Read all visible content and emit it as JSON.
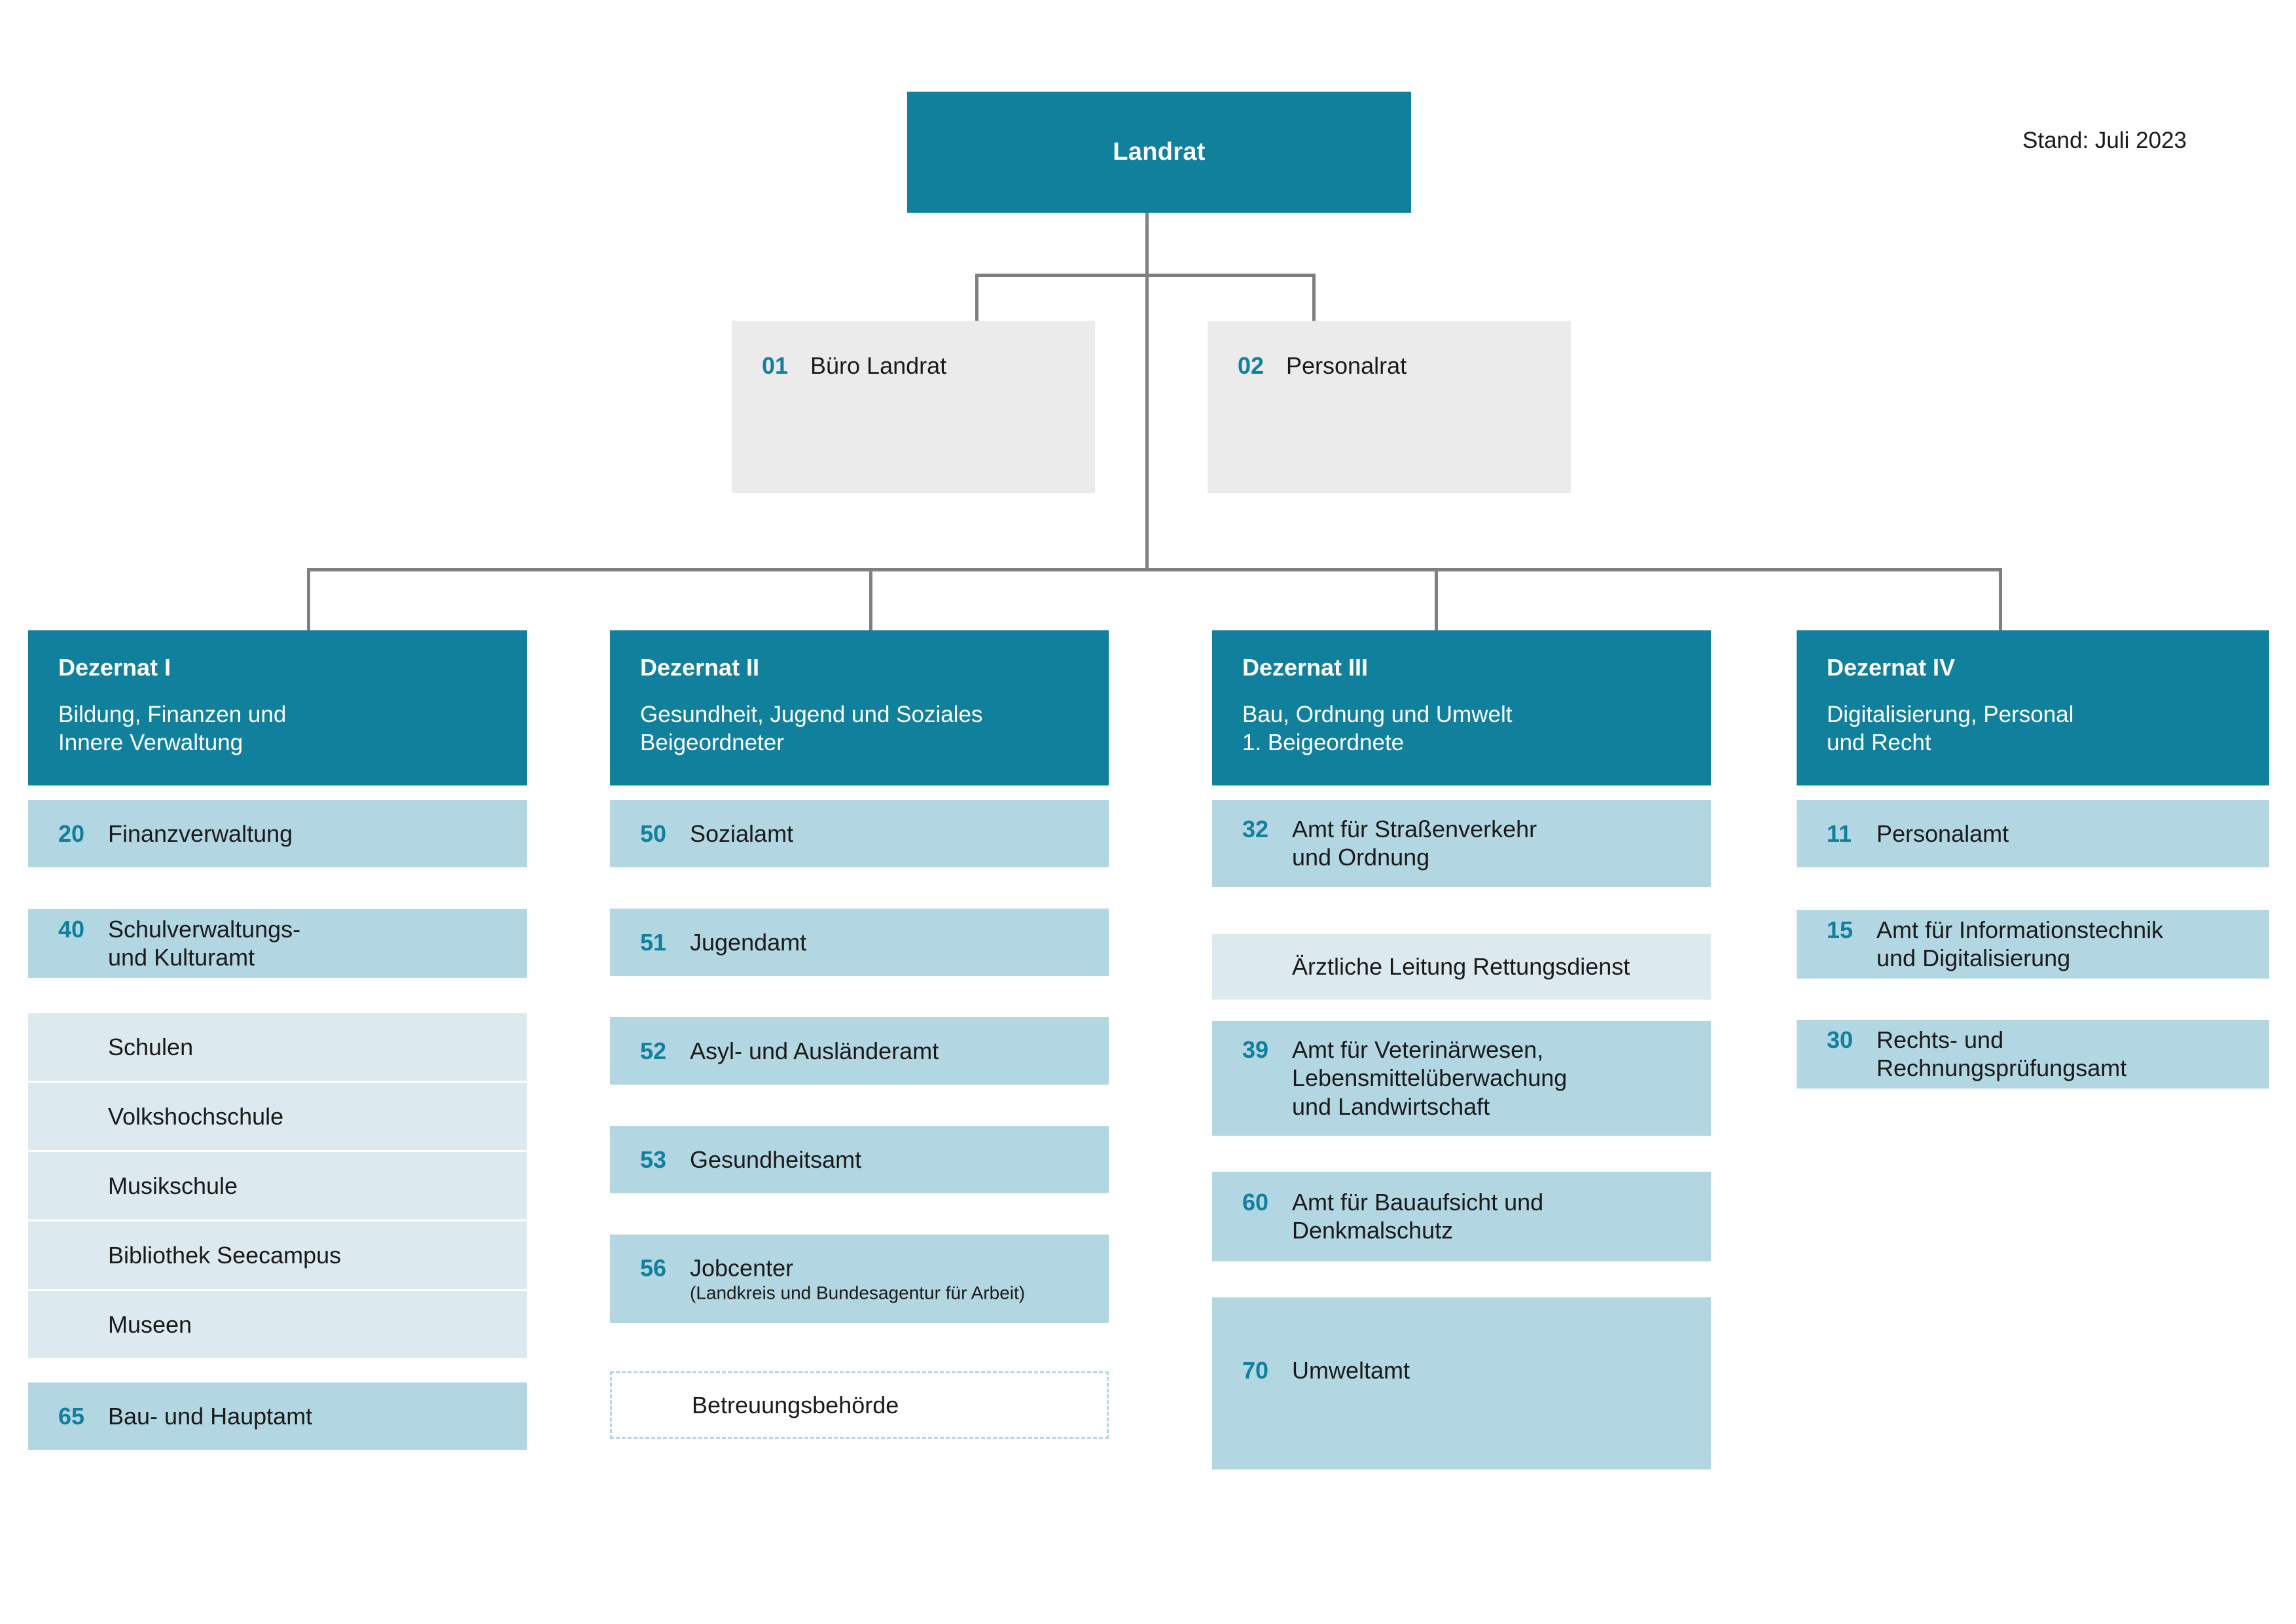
{
  "meta": {
    "stand_label": "Stand: Juli 2023",
    "colors": {
      "teal": "#10809d",
      "light_blue": "#b2d6e2",
      "paler_blue": "#dceaf0",
      "grey": "#ebebeb",
      "line": "#808080"
    }
  },
  "root": {
    "title": "Landrat"
  },
  "staff_units": [
    {
      "number": "01",
      "label": "Büro Landrat"
    },
    {
      "number": "02",
      "label": "Personalrat"
    }
  ],
  "departments": [
    {
      "title": "Dezernat I",
      "subtitle_lines": [
        "Bildung, Finanzen und",
        "Innere Verwaltung"
      ],
      "items": [
        {
          "number": "20",
          "text": "Finanzverwaltung",
          "style": "primary"
        },
        {
          "number": "40",
          "text": "Schulverwaltungs-\nund Kulturamt",
          "style": "primary"
        },
        {
          "number": "",
          "text": "Schulen",
          "style": "sub"
        },
        {
          "number": "",
          "text": "Volkshochschule",
          "style": "sub"
        },
        {
          "number": "",
          "text": "Musikschule",
          "style": "sub"
        },
        {
          "number": "",
          "text": "Bibliothek Seecampus",
          "style": "sub"
        },
        {
          "number": "",
          "text": "Museen",
          "style": "sub"
        },
        {
          "number": "65",
          "text": "Bau- und Hauptamt",
          "style": "primary"
        }
      ]
    },
    {
      "title": "Dezernat II",
      "subtitle_lines": [
        "Gesundheit, Jugend und Soziales",
        "Beigeordneter"
      ],
      "items": [
        {
          "number": "50",
          "text": "Sozialamt",
          "style": "primary"
        },
        {
          "number": "51",
          "text": "Jugendamt",
          "style": "primary"
        },
        {
          "number": "52",
          "text": "Asyl- und Ausländeramt",
          "style": "primary"
        },
        {
          "number": "53",
          "text": "Gesundheitsamt",
          "style": "primary"
        },
        {
          "number": "56",
          "text": "Jobcenter",
          "note": "(Landkreis und Bundesagentur für Arbeit)",
          "style": "primary"
        },
        {
          "number": "",
          "text": "Betreuungsbehörde",
          "style": "dashed"
        }
      ]
    },
    {
      "title": "Dezernat III",
      "subtitle_lines": [
        "Bau, Ordnung und Umwelt",
        "1. Beigeordnete"
      ],
      "items": [
        {
          "number": "32",
          "text": "Amt für Straßenverkehr\nund Ordnung",
          "style": "primary"
        },
        {
          "number": "",
          "text": "Ärztliche Leitung Rettungsdienst",
          "style": "sub"
        },
        {
          "number": "39",
          "text": "Amt für Veterinärwesen,\nLebensmittelüberwachung\nund Landwirtschaft",
          "style": "primary"
        },
        {
          "number": "60",
          "text": "Amt für Bauaufsicht und\nDenkmalschutz",
          "style": "primary"
        },
        {
          "number": "70",
          "text": "Umweltamt",
          "style": "primary"
        }
      ]
    },
    {
      "title": "Dezernat IV",
      "subtitle_lines": [
        "Digitalisierung, Personal",
        "und Recht"
      ],
      "items": [
        {
          "number": "11",
          "text": "Personalamt",
          "style": "primary"
        },
        {
          "number": "15",
          "text": "Amt für Informationstechnik\nund Digitalisierung",
          "style": "primary"
        },
        {
          "number": "30",
          "text": "Rechts- und\nRechnungsprüfungsamt",
          "style": "primary"
        }
      ]
    }
  ]
}
